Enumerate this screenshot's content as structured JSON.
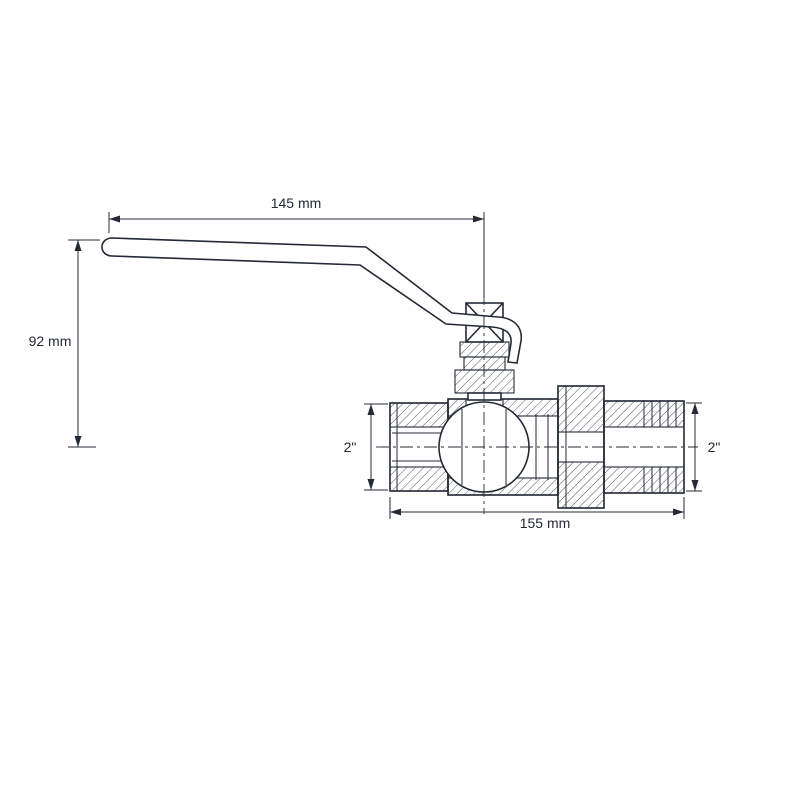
{
  "drawing": {
    "name": "ball-valve-lever-handle-section-drawing",
    "line_color": "#242936",
    "background_color": "#ffffff",
    "labels": {
      "handle_length": "145 mm",
      "handle_height": "92 mm",
      "body_length": "155 mm",
      "left_port": "2\"",
      "right_port": "2\""
    }
  }
}
